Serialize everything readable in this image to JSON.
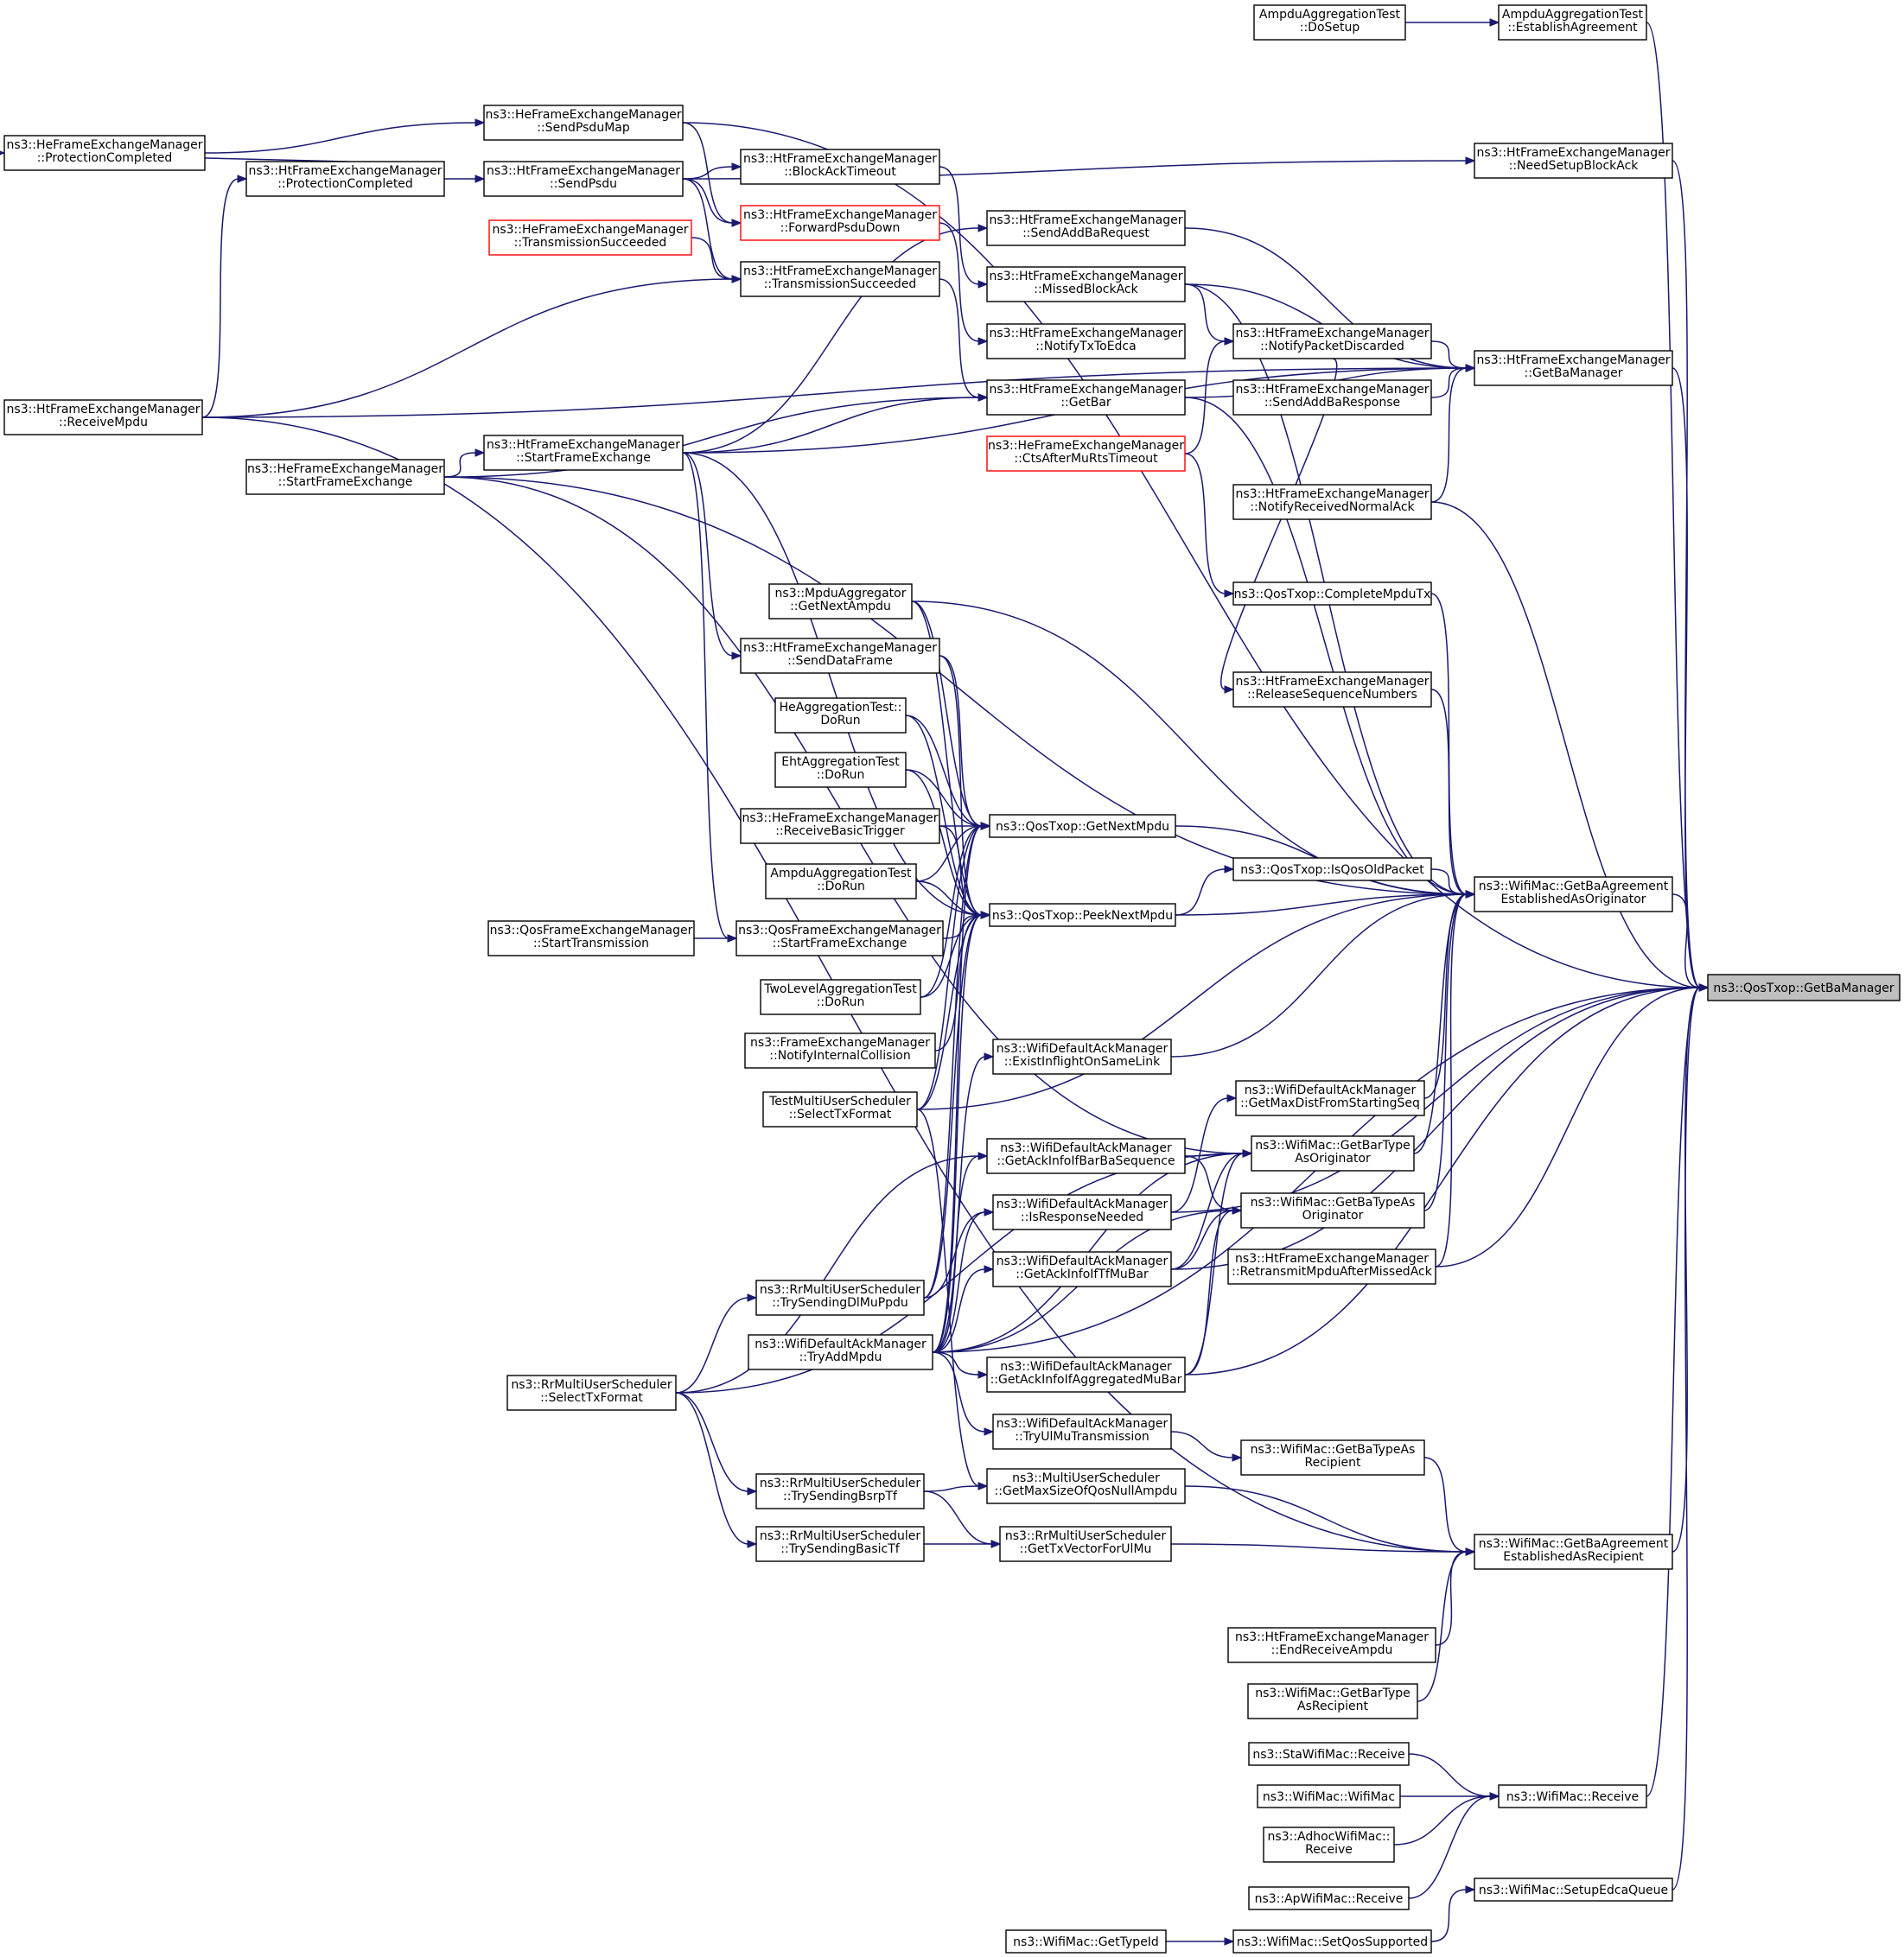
{
  "colors": {
    "edge": "#191970",
    "focus_fill": "#bfbfbf",
    "red_border": "#ff0000"
  },
  "nodes": [
    {
      "id": "GetBaManager",
      "lines": [
        "ns3::QosTxop::GetBaManager"
      ],
      "style": "focus"
    },
    {
      "id": "Ampdu_DoSetup",
      "lines": [
        "AmpduAggregationTest",
        "::DoSetup"
      ]
    },
    {
      "id": "Ampdu_Establish",
      "lines": [
        "AmpduAggregationTest",
        "::EstablishAgreement"
      ]
    },
    {
      "id": "He_SendPsduMap",
      "lines": [
        "ns3::HeFrameExchangeManager",
        "::SendPsduMap"
      ]
    },
    {
      "id": "He_ProtComp",
      "lines": [
        "ns3::HeFrameExchangeManager",
        "::ProtectionCompleted"
      ]
    },
    {
      "id": "Ht_NeedSetup",
      "lines": [
        "ns3::HtFrameExchangeManager",
        "::NeedSetupBlockAck"
      ]
    },
    {
      "id": "Ht_BlockAckTimeout",
      "lines": [
        "ns3::HtFrameExchangeManager",
        "::BlockAckTimeout"
      ]
    },
    {
      "id": "Ht_ProtComp",
      "lines": [
        "ns3::HtFrameExchangeManager",
        "::ProtectionCompleted"
      ]
    },
    {
      "id": "Ht_SendPsdu",
      "lines": [
        "ns3::HtFrameExchangeManager",
        "::SendPsdu"
      ]
    },
    {
      "id": "Ht_ForwardPsdu",
      "lines": [
        "ns3::HtFrameExchangeManager",
        "::ForwardPsduDown"
      ],
      "style": "red"
    },
    {
      "id": "Ht_SendAddBaReq",
      "lines": [
        "ns3::HtFrameExchangeManager",
        "::SendAddBaRequest"
      ]
    },
    {
      "id": "He_TxSucc",
      "lines": [
        "ns3::HeFrameExchangeManager",
        "::TransmissionSucceeded"
      ],
      "style": "red"
    },
    {
      "id": "Ht_TxSucc",
      "lines": [
        "ns3::HtFrameExchangeManager",
        "::TransmissionSucceeded"
      ]
    },
    {
      "id": "Ht_MissedBA",
      "lines": [
        "ns3::HtFrameExchangeManager",
        "::MissedBlockAck"
      ]
    },
    {
      "id": "Ht_NotifyTxToEdca",
      "lines": [
        "ns3::HtFrameExchangeManager",
        "::NotifyTxToEdca"
      ]
    },
    {
      "id": "Ht_NotifyPktDisc",
      "lines": [
        "ns3::HtFrameExchangeManager",
        "::NotifyPacketDiscarded"
      ]
    },
    {
      "id": "Ht_GetBaManager",
      "lines": [
        "ns3::HtFrameExchangeManager",
        "::GetBaManager"
      ]
    },
    {
      "id": "Ht_ReceiveMpdu",
      "lines": [
        "ns3::HtFrameExchangeManager",
        "::ReceiveMpdu"
      ]
    },
    {
      "id": "Ht_GetBar",
      "lines": [
        "ns3::HtFrameExchangeManager",
        "::GetBar"
      ]
    },
    {
      "id": "Ht_SendAddBaResp",
      "lines": [
        "ns3::HtFrameExchangeManager",
        "::SendAddBaResponse"
      ]
    },
    {
      "id": "He_StartFE",
      "lines": [
        "ns3::HeFrameExchangeManager",
        "::StartFrameExchange"
      ]
    },
    {
      "id": "Ht_StartFE",
      "lines": [
        "ns3::HtFrameExchangeManager",
        "::StartFrameExchange"
      ]
    },
    {
      "id": "He_CtsAfterMuRts",
      "lines": [
        "ns3::HeFrameExchangeManager",
        "::CtsAfterMuRtsTimeout"
      ],
      "style": "red"
    },
    {
      "id": "Ht_NotifyRecvNormAck",
      "lines": [
        "ns3::HtFrameExchangeManager",
        "::NotifyReceivedNormalAck"
      ]
    },
    {
      "id": "QosTxop_CompleteMpduTx",
      "lines": [
        "ns3::QosTxop::CompleteMpduTx"
      ]
    },
    {
      "id": "MpduAgg_GetNextAmpdu",
      "lines": [
        "ns3::MpduAggregator",
        "::GetNextAmpdu"
      ]
    },
    {
      "id": "Ht_SendDataFrame",
      "lines": [
        "ns3::HtFrameExchangeManager",
        "::SendDataFrame"
      ]
    },
    {
      "id": "Ht_ReleaseSeq",
      "lines": [
        "ns3::HtFrameExchangeManager",
        "::ReleaseSequenceNumbers"
      ]
    },
    {
      "id": "HeAgg_DoRun",
      "lines": [
        "HeAggregationTest::",
        "DoRun"
      ]
    },
    {
      "id": "EhtAgg_DoRun",
      "lines": [
        "EhtAggregationTest",
        "::DoRun"
      ]
    },
    {
      "id": "He_RecvBasicTrig",
      "lines": [
        "ns3::HeFrameExchangeManager",
        "::ReceiveBasicTrigger"
      ]
    },
    {
      "id": "QosTxop_GetNextMpdu",
      "lines": [
        "ns3::QosTxop::GetNextMpdu"
      ]
    },
    {
      "id": "QosTxop_IsQosOld",
      "lines": [
        "ns3::QosTxop::IsQosOldPacket"
      ]
    },
    {
      "id": "AmpduAgg_DoRun",
      "lines": [
        "AmpduAggregationTest",
        "::DoRun"
      ]
    },
    {
      "id": "WifiMac_GetBaOrig",
      "lines": [
        "ns3::WifiMac::GetBaAgreement",
        "EstablishedAsOriginator"
      ]
    },
    {
      "id": "QosFem_StartTx",
      "lines": [
        "ns3::QosFrameExchangeManager",
        "::StartTransmission"
      ]
    },
    {
      "id": "QosFem_StartFE",
      "lines": [
        "ns3::QosFrameExchangeManager",
        "::StartFrameExchange"
      ]
    },
    {
      "id": "QosTxop_PeekNextMpdu",
      "lines": [
        "ns3::QosTxop::PeekNextMpdu"
      ]
    },
    {
      "id": "TwoLevel_DoRun",
      "lines": [
        "TwoLevelAggregationTest",
        "::DoRun"
      ]
    },
    {
      "id": "Fem_NotifyIntColl",
      "lines": [
        "ns3::FrameExchangeManager",
        "::NotifyInternalCollision"
      ]
    },
    {
      "id": "WDAM_ExistInflight",
      "lines": [
        "ns3::WifiDefaultAckManager",
        "::ExistInflightOnSameLink"
      ]
    },
    {
      "id": "TestMUS_SelectTx",
      "lines": [
        "TestMultiUserScheduler",
        "::SelectTxFormat"
      ]
    },
    {
      "id": "WDAM_GetMaxDist",
      "lines": [
        "ns3::WifiDefaultAckManager",
        "::GetMaxDistFromStartingSeq"
      ]
    },
    {
      "id": "WDAM_GetAckBarBa",
      "lines": [
        "ns3::WifiDefaultAckManager",
        "::GetAckInfoIfBarBaSequence"
      ]
    },
    {
      "id": "WifiMac_GetBarTypeOrig",
      "lines": [
        "ns3::WifiMac::GetBarType",
        "AsOriginator"
      ]
    },
    {
      "id": "WDAM_IsRespNeeded",
      "lines": [
        "ns3::WifiDefaultAckManager",
        "::IsResponseNeeded"
      ]
    },
    {
      "id": "WifiMac_GetBaTypeOrig",
      "lines": [
        "ns3::WifiMac::GetBaTypeAs",
        "Originator"
      ]
    },
    {
      "id": "Ht_RetransmitMpdu",
      "lines": [
        "ns3::HtFrameExchangeManager",
        "::RetransmitMpduAfterMissedAck"
      ]
    },
    {
      "id": "WDAM_GetAckTfMuBar",
      "lines": [
        "ns3::WifiDefaultAckManager",
        "::GetAckInfoIfTfMuBar"
      ]
    },
    {
      "id": "RrMUS_TryDlMu",
      "lines": [
        "ns3::RrMultiUserScheduler",
        "::TrySendingDlMuPpdu"
      ]
    },
    {
      "id": "WDAM_TryAddMpdu",
      "lines": [
        "ns3::WifiDefaultAckManager",
        "::TryAddMpdu"
      ]
    },
    {
      "id": "RrMUS_SelectTx",
      "lines": [
        "ns3::RrMultiUserScheduler",
        "::SelectTxFormat"
      ]
    },
    {
      "id": "WDAM_GetAckAggMuBar",
      "lines": [
        "ns3::WifiDefaultAckManager",
        "::GetAckInfoIfAggregatedMuBar"
      ]
    },
    {
      "id": "WDAM_TryUlMu",
      "lines": [
        "ns3::WifiDefaultAckManager",
        "::TryUlMuTransmission"
      ]
    },
    {
      "id": "WifiMac_GetBaTypeRecip",
      "lines": [
        "ns3::WifiMac::GetBaTypeAs",
        "Recipient"
      ]
    },
    {
      "id": "RrMUS_TryBsrp",
      "lines": [
        "ns3::RrMultiUserScheduler",
        "::TrySendingBsrpTf"
      ]
    },
    {
      "id": "MUS_GetMaxSizeQosNull",
      "lines": [
        "ns3::MultiUserScheduler",
        "::GetMaxSizeOfQosNullAmpdu"
      ]
    },
    {
      "id": "RrMUS_TryBasic",
      "lines": [
        "ns3::RrMultiUserScheduler",
        "::TrySendingBasicTf"
      ]
    },
    {
      "id": "RrMUS_GetTxVecUlMu",
      "lines": [
        "ns3::RrMultiUserScheduler",
        "::GetTxVectorForUlMu"
      ]
    },
    {
      "id": "WifiMac_GetBaRecip",
      "lines": [
        "ns3::WifiMac::GetBaAgreement",
        "EstablishedAsRecipient"
      ]
    },
    {
      "id": "Ht_EndRecvAmpdu",
      "lines": [
        "ns3::HtFrameExchangeManager",
        "::EndReceiveAmpdu"
      ]
    },
    {
      "id": "WifiMac_GetBarTypeRecip",
      "lines": [
        "ns3::WifiMac::GetBarType",
        "AsRecipient"
      ]
    },
    {
      "id": "StaWifiMac_Receive",
      "lines": [
        "ns3::StaWifiMac::Receive"
      ]
    },
    {
      "id": "WifiMac_WifiMac",
      "lines": [
        "ns3::WifiMac::WifiMac"
      ]
    },
    {
      "id": "WifiMac_Receive",
      "lines": [
        "ns3::WifiMac::Receive"
      ]
    },
    {
      "id": "Adhoc_Receive",
      "lines": [
        "ns3::AdhocWifiMac::",
        "Receive"
      ]
    },
    {
      "id": "Ap_Receive",
      "lines": [
        "ns3::ApWifiMac::Receive"
      ]
    },
    {
      "id": "WifiMac_SetupEdca",
      "lines": [
        "ns3::WifiMac::SetupEdcaQueue"
      ]
    },
    {
      "id": "WifiMac_GetTypeId",
      "lines": [
        "ns3::WifiMac::GetTypeId"
      ]
    },
    {
      "id": "WifiMac_SetQosSupported",
      "lines": [
        "ns3::WifiMac::SetQosSupported"
      ]
    }
  ],
  "edges": [
    [
      "Ampdu_DoSetup",
      "Ampdu_Establish"
    ],
    [
      "Ampdu_Establish",
      "GetBaManager"
    ],
    [
      "He_SendPsduMap",
      "GetBaManager"
    ],
    [
      "He_ProtComp",
      "He_SendPsduMap"
    ],
    [
      "Ht_ProtComp",
      "He_ProtComp"
    ],
    [
      "Ht_ProtComp",
      "Ht_SendPsdu"
    ],
    [
      "Ht_NeedSetup",
      "GetBaManager"
    ],
    [
      "Ht_SendPsdu",
      "Ht_NeedSetup"
    ],
    [
      "Ht_SendPsdu",
      "Ht_BlockAckTimeout"
    ],
    [
      "Ht_SendPsdu",
      "Ht_ForwardPsdu"
    ],
    [
      "He_SendPsduMap",
      "Ht_ForwardPsdu"
    ],
    [
      "Ht_SendPsdu",
      "Ht_TxSucc"
    ],
    [
      "He_TxSucc",
      "Ht_TxSucc"
    ],
    [
      "Ht_ReceiveMpdu",
      "Ht_TxSucc"
    ],
    [
      "Ht_ReceiveMpdu",
      "Ht_ProtComp"
    ],
    [
      "Ht_ReceiveMpdu",
      "Ht_GetBaManager"
    ],
    [
      "Ht_ReceiveMpdu",
      "WifiMac_GetBaRecip"
    ],
    [
      "Ht_BlockAckTimeout",
      "Ht_MissedBA"
    ],
    [
      "Ht_ForwardPsdu",
      "Ht_NotifyTxToEdca"
    ],
    [
      "Ht_SendAddBaReq",
      "Ht_GetBaManager"
    ],
    [
      "Ht_MissedBA",
      "Ht_GetBaManager"
    ],
    [
      "Ht_MissedBA",
      "Ht_NotifyPktDisc"
    ],
    [
      "Ht_MissedBA",
      "WifiMac_GetBaOrig"
    ],
    [
      "Ht_TxSucc",
      "Ht_GetBar"
    ],
    [
      "Ht_NotifyPktDisc",
      "Ht_GetBaManager"
    ],
    [
      "Ht_SendAddBaResp",
      "Ht_GetBaManager"
    ],
    [
      "Ht_NotifyRecvNormAck",
      "Ht_GetBaManager"
    ],
    [
      "Ht_GetBaManager",
      "GetBaManager"
    ],
    [
      "Ht_GetBar",
      "Ht_GetBaManager"
    ],
    [
      "Ht_GetBar",
      "WifiMac_GetBaOrig"
    ],
    [
      "Ht_StartFE",
      "Ht_GetBar"
    ],
    [
      "He_StartFE",
      "Ht_GetBar"
    ],
    [
      "He_StartFE",
      "Ht_StartFE"
    ],
    [
      "Ht_StartFE",
      "Ht_SendAddBaReq"
    ],
    [
      "Ht_StartFE",
      "Ht_GetBaManager"
    ],
    [
      "Ht_StartFE",
      "Ht_SendDataFrame"
    ],
    [
      "He_StartFE",
      "WifiMac_GetBaOrig"
    ],
    [
      "He_StartFE",
      "WifiMac_GetBarTypeOrig"
    ],
    [
      "Ht_StartFE",
      "QosTxop_PeekNextMpdu"
    ],
    [
      "He_CtsAfterMuRts",
      "QosTxop_CompleteMpduTx"
    ],
    [
      "He_CtsAfterMuRts",
      "Ht_NotifyPktDisc"
    ],
    [
      "QosTxop_CompleteMpduTx",
      "WifiMac_GetBaOrig"
    ],
    [
      "Ht_NotifyRecvNormAck",
      "GetBaManager"
    ],
    [
      "Ht_ReleaseSeq",
      "WifiMac_GetBaOrig"
    ],
    [
      "Ht_NotifyPktDisc",
      "Ht_ReleaseSeq"
    ],
    [
      "MpduAgg_GetNextAmpdu",
      "QosTxop_GetNextMpdu"
    ],
    [
      "MpduAgg_GetNextAmpdu",
      "QosTxop_PeekNextMpdu"
    ],
    [
      "MpduAgg_GetNextAmpdu",
      "WifiMac_GetBaOrig"
    ],
    [
      "Ht_SendDataFrame",
      "QosTxop_GetNextMpdu"
    ],
    [
      "Ht_SendDataFrame",
      "QosTxop_PeekNextMpdu"
    ],
    [
      "HeAgg_DoRun",
      "QosTxop_GetNextMpdu"
    ],
    [
      "HeAgg_DoRun",
      "QosTxop_PeekNextMpdu"
    ],
    [
      "EhtAgg_DoRun",
      "QosTxop_GetNextMpdu"
    ],
    [
      "EhtAgg_DoRun",
      "QosTxop_PeekNextMpdu"
    ],
    [
      "He_RecvBasicTrig",
      "QosTxop_GetNextMpdu"
    ],
    [
      "He_RecvBasicTrig",
      "QosTxop_PeekNextMpdu"
    ],
    [
      "AmpduAgg_DoRun",
      "QosTxop_GetNextMpdu"
    ],
    [
      "AmpduAgg_DoRun",
      "QosTxop_PeekNextMpdu"
    ],
    [
      "QosFem_StartTx",
      "QosFem_StartFE"
    ],
    [
      "QosFem_StartFE",
      "QosTxop_PeekNextMpdu"
    ],
    [
      "Ht_StartFE",
      "QosFem_StartFE"
    ],
    [
      "TwoLevel_DoRun",
      "QosTxop_GetNextMpdu"
    ],
    [
      "TwoLevel_DoRun",
      "QosTxop_PeekNextMpdu"
    ],
    [
      "Fem_NotifyIntColl",
      "QosTxop_PeekNextMpdu"
    ],
    [
      "TestMUS_SelectTx",
      "QosTxop_GetNextMpdu"
    ],
    [
      "TestMUS_SelectTx",
      "QosTxop_PeekNextMpdu"
    ],
    [
      "TestMUS_SelectTx",
      "WifiMac_GetBaOrig"
    ],
    [
      "QosTxop_GetNextMpdu",
      "WifiMac_GetBaOrig"
    ],
    [
      "QosTxop_PeekNextMpdu",
      "QosTxop_IsQosOld"
    ],
    [
      "QosTxop_PeekNextMpdu",
      "WifiMac_GetBaOrig"
    ],
    [
      "QosTxop_IsQosOld",
      "WifiMac_GetBaOrig"
    ],
    [
      "WifiMac_GetBaOrig",
      "GetBaManager"
    ],
    [
      "WDAM_ExistInflight",
      "WifiMac_GetBaOrig"
    ],
    [
      "WDAM_TryAddMpdu",
      "WDAM_ExistInflight"
    ],
    [
      "WDAM_GetMaxDist",
      "WifiMac_GetBaOrig"
    ],
    [
      "WDAM_IsRespNeeded",
      "WDAM_GetMaxDist"
    ],
    [
      "WifiMac_GetBarTypeOrig",
      "WifiMac_GetBaOrig"
    ],
    [
      "WDAM_GetAckBarBa",
      "WifiMac_GetBarTypeOrig"
    ],
    [
      "WDAM_GetAckTfMuBar",
      "WifiMac_GetBarTypeOrig"
    ],
    [
      "WDAM_GetAckAggMuBar",
      "WifiMac_GetBarTypeOrig"
    ],
    [
      "WDAM_TryAddMpdu",
      "WifiMac_GetBarTypeOrig"
    ],
    [
      "WifiMac_GetBaTypeOrig",
      "WifiMac_GetBaOrig"
    ],
    [
      "WDAM_GetAckBarBa",
      "WifiMac_GetBaTypeOrig"
    ],
    [
      "WDAM_GetAckTfMuBar",
      "WifiMac_GetBaTypeOrig"
    ],
    [
      "WDAM_GetAckAggMuBar",
      "WifiMac_GetBaTypeOrig"
    ],
    [
      "WDAM_TryAddMpdu",
      "WifiMac_GetBaTypeOrig"
    ],
    [
      "WDAM_IsRespNeeded",
      "GetBaManager"
    ],
    [
      "Ht_RetransmitMpdu",
      "WifiMac_GetBaOrig"
    ],
    [
      "Ht_RetransmitMpdu",
      "GetBaManager"
    ],
    [
      "WDAM_GetAckTfMuBar",
      "GetBaManager"
    ],
    [
      "WDAM_TryAddMpdu",
      "WDAM_GetAckBarBa"
    ],
    [
      "WDAM_TryAddMpdu",
      "WDAM_IsRespNeeded"
    ],
    [
      "WDAM_TryAddMpdu",
      "WDAM_GetAckTfMuBar"
    ],
    [
      "WDAM_TryAddMpdu",
      "WDAM_GetAckAggMuBar"
    ],
    [
      "WDAM_TryAddMpdu",
      "QosTxop_GetNextMpdu"
    ],
    [
      "WDAM_TryAddMpdu",
      "QosTxop_PeekNextMpdu"
    ],
    [
      "WDAM_TryAddMpdu",
      "WDAM_TryUlMu"
    ],
    [
      "WDAM_TryAddMpdu",
      "GetBaManager"
    ],
    [
      "RrMUS_TryDlMu",
      "QosTxop_GetNextMpdu"
    ],
    [
      "RrMUS_TryDlMu",
      "QosTxop_PeekNextMpdu"
    ],
    [
      "RrMUS_TryDlMu",
      "WDAM_IsRespNeeded"
    ],
    [
      "RrMUS_SelectTx",
      "RrMUS_TryDlMu"
    ],
    [
      "RrMUS_SelectTx",
      "WDAM_GetAckBarBa"
    ],
    [
      "RrMUS_SelectTx",
      "RrMUS_TryBsrp"
    ],
    [
      "RrMUS_SelectTx",
      "RrMUS_TryBasic"
    ],
    [
      "RrMUS_SelectTx",
      "WifiMac_GetBarTypeOrig"
    ],
    [
      "WDAM_GetAckAggMuBar",
      "GetBaManager"
    ],
    [
      "WDAM_TryUlMu",
      "WifiMac_GetBaTypeRecip"
    ],
    [
      "WifiMac_GetBaTypeRecip",
      "WifiMac_GetBaRecip"
    ],
    [
      "RrMUS_TryBsrp",
      "MUS_GetMaxSizeQosNull"
    ],
    [
      "RrMUS_TryBsrp",
      "RrMUS_GetTxVecUlMu"
    ],
    [
      "RrMUS_TryBasic",
      "RrMUS_GetTxVecUlMu"
    ],
    [
      "TestMUS_SelectTx",
      "MUS_GetMaxSizeQosNull"
    ],
    [
      "MUS_GetMaxSizeQosNull",
      "WifiMac_GetBaRecip"
    ],
    [
      "RrMUS_GetTxVecUlMu",
      "WifiMac_GetBaRecip"
    ],
    [
      "WifiMac_GetBaRecip",
      "GetBaManager"
    ],
    [
      "Ht_EndRecvAmpdu",
      "WifiMac_GetBaRecip"
    ],
    [
      "WifiMac_GetBarTypeRecip",
      "WifiMac_GetBaRecip"
    ],
    [
      "StaWifiMac_Receive",
      "WifiMac_Receive"
    ],
    [
      "WifiMac_WifiMac",
      "WifiMac_Receive"
    ],
    [
      "Adhoc_Receive",
      "WifiMac_Receive"
    ],
    [
      "Ap_Receive",
      "WifiMac_Receive"
    ],
    [
      "WifiMac_Receive",
      "GetBaManager"
    ],
    [
      "WifiMac_SetQosSupported",
      "WifiMac_SetupEdca"
    ],
    [
      "WifiMac_GetTypeId",
      "WifiMac_SetQosSupported"
    ],
    [
      "WifiMac_SetupEdca",
      "GetBaManager"
    ]
  ]
}
